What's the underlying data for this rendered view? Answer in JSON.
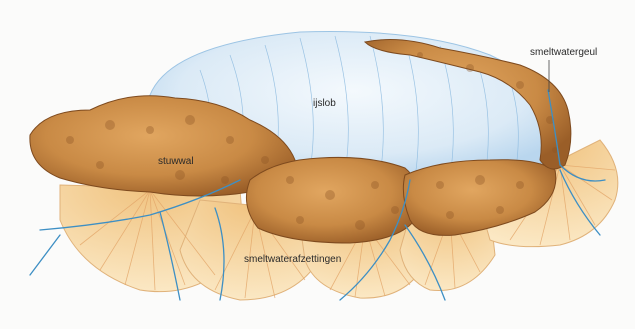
{
  "labels": {
    "ice_lobe": "ijslob",
    "push_moraine": "stuwwal",
    "meltwater_channel": "smeltwatergeul",
    "meltwater_deposits": "smeltwaterafzettingen"
  },
  "colors": {
    "ice": "#dbeaf6",
    "ice_lines": "#7fb2d8",
    "moraine": "#c98a45",
    "moraine_dark": "#8c5424",
    "fan": "#f3d8a3",
    "fan_lines": "#e0a56a",
    "water": "#3d8fc4"
  }
}
